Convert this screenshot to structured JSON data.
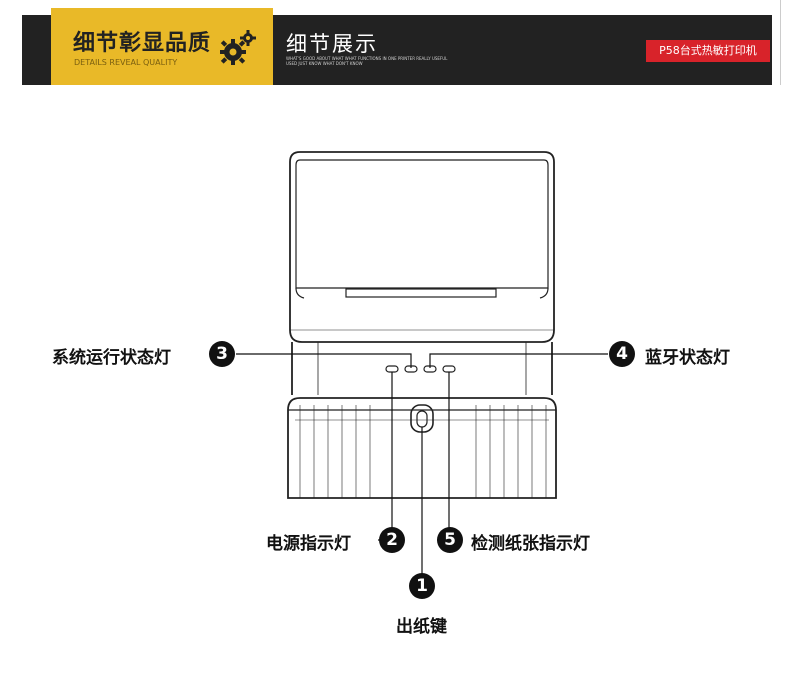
{
  "header": {
    "section_title": "细节彰显品质",
    "section_subtitle": "DETAILS REVEAL QUALITY",
    "title": "细节展示",
    "description": "WHAT'S GOOD ABOUT WHAT WHAT FUNCTIONS IN ONE PRINTER REALLY USEFUL USED JUST KNOW WHAT DON'T KNOW",
    "model_badge": "P58台式热敏打印机",
    "gear_icon": "gear-icon",
    "colors": {
      "banner": "#222222",
      "accent_yellow": "#e9b928",
      "badge_red": "#d8232a"
    }
  },
  "callouts": [
    {
      "number": "1",
      "label": "出纸键"
    },
    {
      "number": "2",
      "label": "电源指示灯"
    },
    {
      "number": "3",
      "label": "系统运行状态灯"
    },
    {
      "number": "4",
      "label": "蓝牙状态灯"
    },
    {
      "number": "5",
      "label": "检测纸张指示灯"
    }
  ]
}
